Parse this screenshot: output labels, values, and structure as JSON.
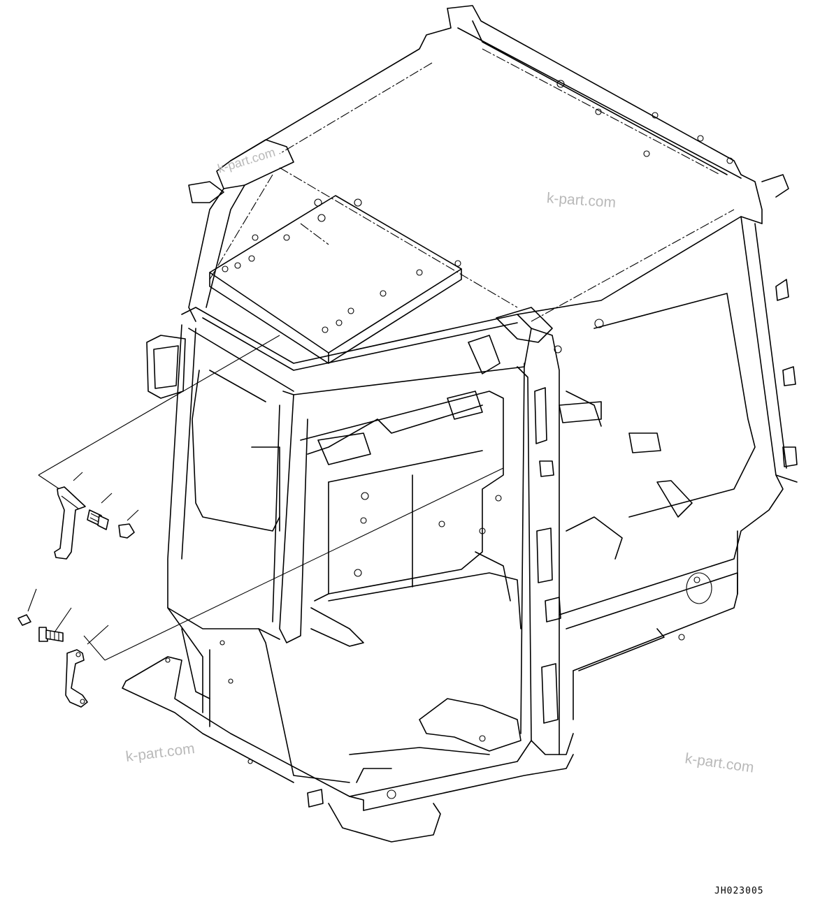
{
  "diagram": {
    "drawing_code": "JH023005",
    "watermarks": [
      "k-part.com",
      "k-part.com",
      "k-part.com",
      "k-part.com"
    ],
    "line_color": "#000000",
    "watermark_color": "#b9b9b9",
    "parts": [
      {
        "name": "handle-upper",
        "icon": "grab-handle-icon"
      },
      {
        "name": "bolt-upper",
        "icon": "bolt-icon"
      },
      {
        "name": "cap-upper",
        "icon": "cap-icon"
      },
      {
        "name": "washer-lower",
        "icon": "washer-icon"
      },
      {
        "name": "bolt-lower",
        "icon": "bolt-icon"
      },
      {
        "name": "handle-lower",
        "icon": "grab-handle-icon"
      }
    ]
  }
}
